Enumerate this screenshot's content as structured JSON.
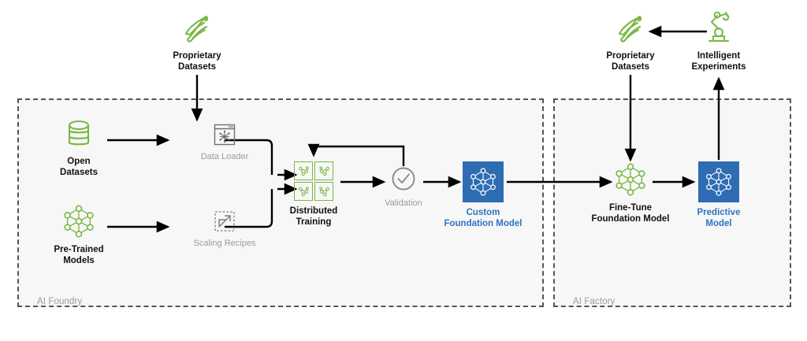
{
  "colors": {
    "green": "#78b843",
    "blue": "#2e6db4",
    "blue_text": "#2f72c4",
    "muted": "#9b9b9b",
    "zone_fill": "#f7f7f7",
    "zone_border": "#555555",
    "arrow": "#000000"
  },
  "zones": [
    {
      "id": "ai-foundry",
      "label": "AI Foundry"
    },
    {
      "id": "ai-factory",
      "label": "AI Factory"
    }
  ],
  "foundry": {
    "proprietary_datasets": {
      "label": "Proprietary\nDatasets",
      "icon": "protein-helix-icon"
    },
    "open_datasets": {
      "label": "Open\nDatasets",
      "icon": "database-icon"
    },
    "pre_trained_models": {
      "label": "Pre-Trained\nModels",
      "icon": "neural-network-icon"
    },
    "data_loader": {
      "label": "Data Loader",
      "icon": "data-loader-window-icon"
    },
    "scaling_recipes": {
      "label": "Scaling Recipes",
      "icon": "scale-expand-icon"
    },
    "distributed_training": {
      "label": "Distributed\nTraining",
      "icon": "distributed-training-icon"
    },
    "validation": {
      "label": "Validation",
      "icon": "check-circle-icon"
    },
    "custom_foundation_model": {
      "label": "Custom\nFoundation Model",
      "icon": "neural-network-icon"
    }
  },
  "factory": {
    "proprietary_datasets": {
      "label": "Proprietary\nDatasets",
      "icon": "protein-helix-icon"
    },
    "intelligent_experiments": {
      "label": "Intelligent\nExperiments",
      "icon": "robot-arm-icon"
    },
    "fine_tune_foundation_model": {
      "label": "Fine-Tune\nFoundation Model",
      "icon": "neural-network-icon"
    },
    "predictive_model": {
      "label": "Predictive\nModel",
      "icon": "neural-network-icon"
    }
  }
}
